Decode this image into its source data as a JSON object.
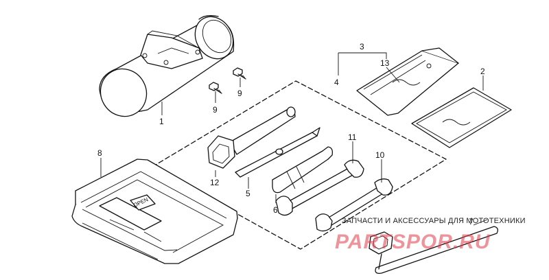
{
  "callouts": {
    "p1": "1",
    "p2": "2",
    "p3": "3",
    "p4": "4",
    "p5": "5",
    "p6": "6",
    "p7": "7",
    "p8": "8",
    "p9a": "9",
    "p9b": "9",
    "p10": "10",
    "p11": "11",
    "p12": "12",
    "p13": "13"
  },
  "lid_text": "OPEN",
  "watermark": {
    "caption": "ЗАПЧАСТИ И АКСЕССУАРЫ ДЛЯ МОТОТЕХНИКИ",
    "logo": "PARTSPOR.RU",
    "logo_color": "#e23b4b"
  }
}
